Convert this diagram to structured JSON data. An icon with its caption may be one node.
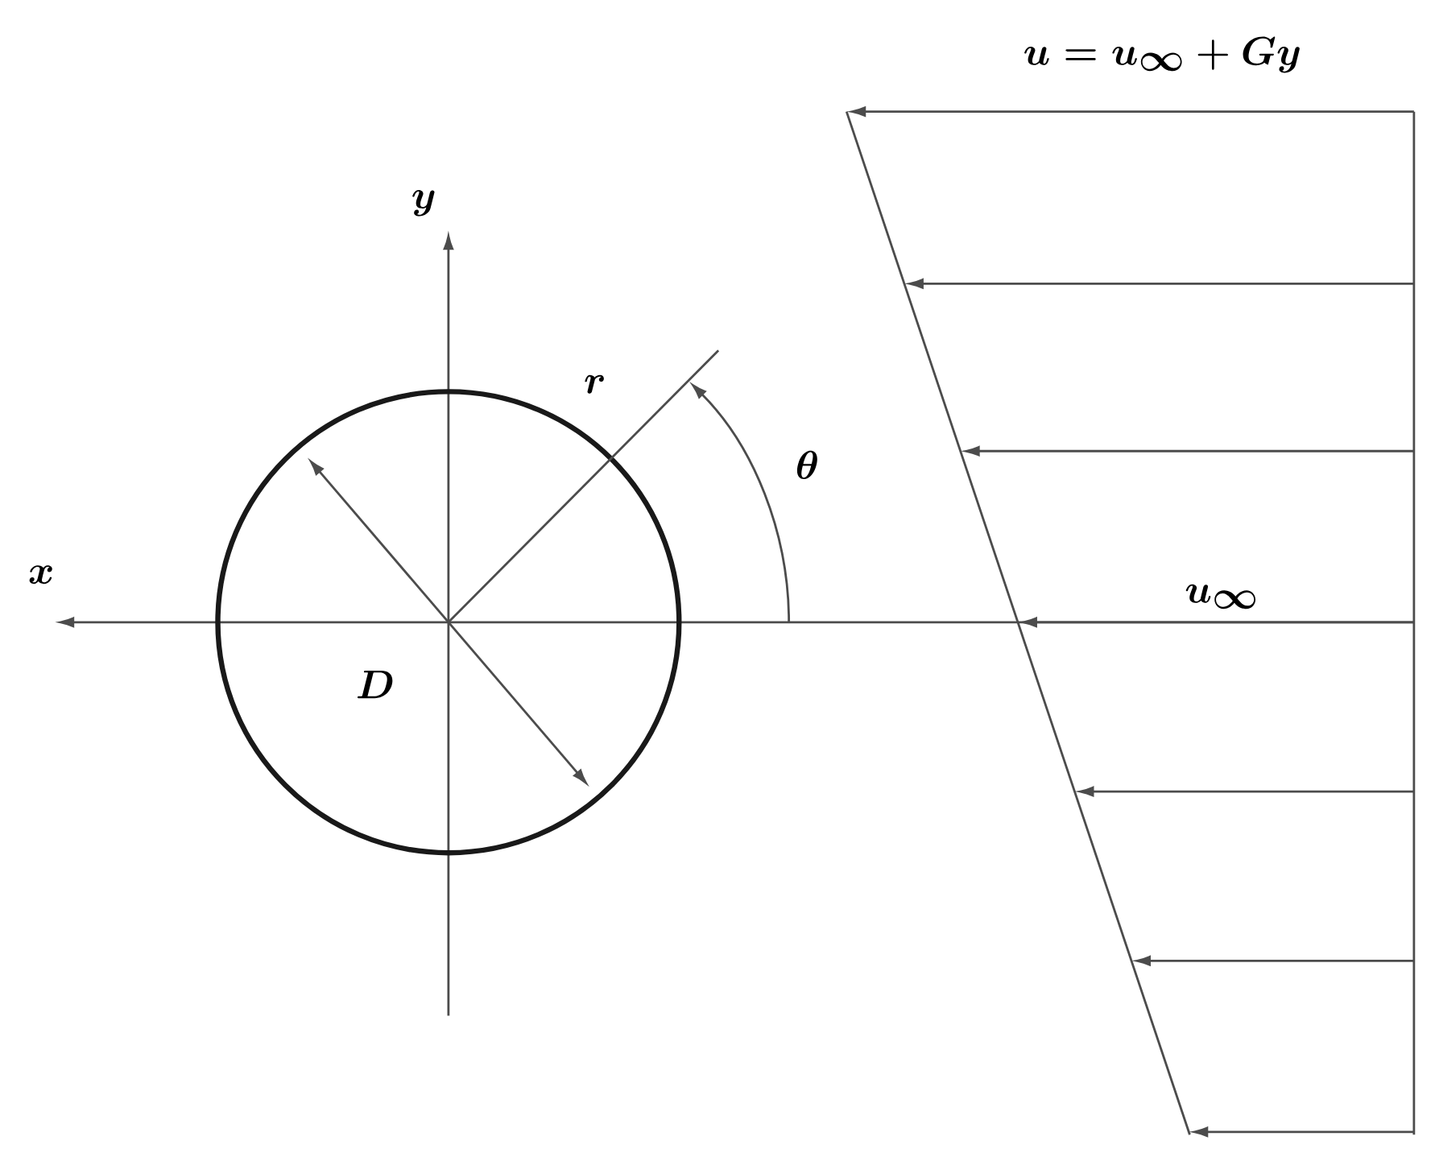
{
  "diagram": {
    "labels": [
      "u=u_\\infty+Gy",
      "y",
      "x",
      "r",
      "\\theta",
      "D",
      "u_\\infty"
    ]
  }
}
